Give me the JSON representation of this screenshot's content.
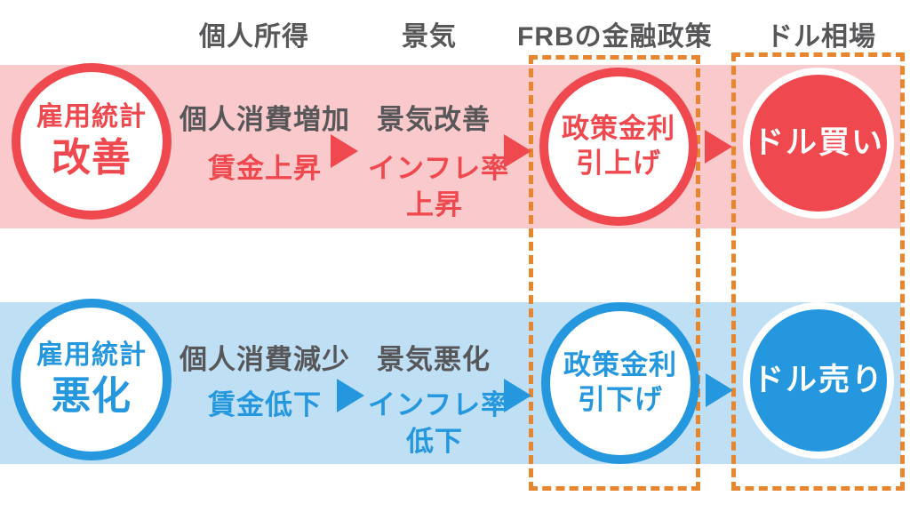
{
  "headers": {
    "personal_income": "個人所得",
    "economy": "景気",
    "frb_policy": "FRBの金融政策",
    "dollar_market": "ドル相場"
  },
  "scenario_up": {
    "employment_line1": "雇用統計",
    "employment_line2": "改善",
    "consumption": "個人消費増加",
    "wages": "賃金上昇",
    "economy_state": "景気改善",
    "inflation_line1": "インフレ率",
    "inflation_line2": "上昇",
    "policy_line1": "政策金利",
    "policy_line2": "引上げ",
    "dollar_action": "ドル買い"
  },
  "scenario_down": {
    "employment_line1": "雇用統計",
    "employment_line2": "悪化",
    "consumption": "個人消費減少",
    "wages": "賃金低下",
    "economy_state": "景気悪化",
    "inflation_line1": "インフレ率",
    "inflation_line2": "低下",
    "policy_line1": "政策金利",
    "policy_line2": "引下げ",
    "dollar_action": "ドル売り"
  },
  "colors": {
    "red": "#F0484F",
    "pink_band": "#F9C9CB",
    "blue": "#2497DE",
    "blue_band": "#BFDFF4",
    "gray_text": "#57575A",
    "orange_dashed": "#E8862F"
  }
}
